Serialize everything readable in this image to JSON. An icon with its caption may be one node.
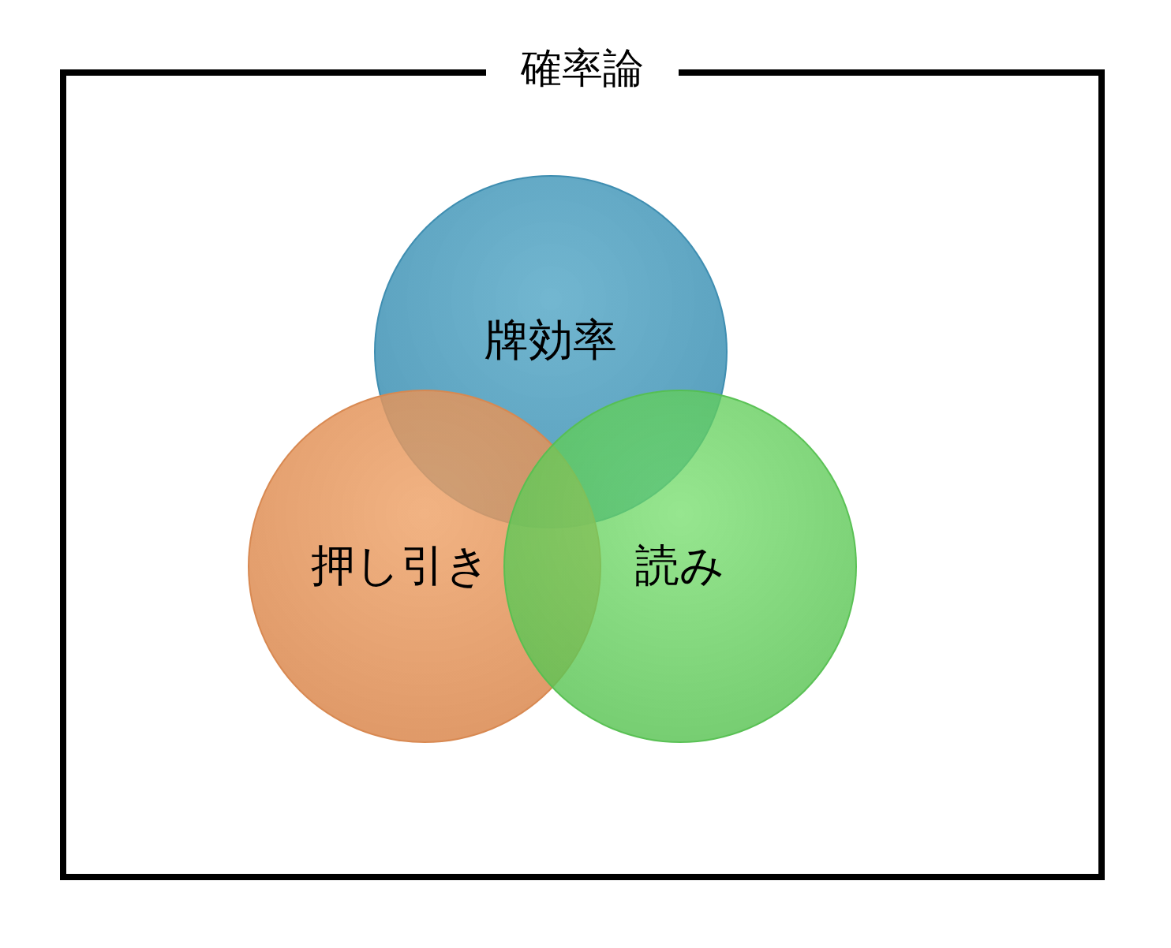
{
  "diagram": {
    "nodes": [
      {
        "text": [
          "確率論"
        ]
      },
      {
        "text": [
          "牌効率"
        ],
        "in": 0
      },
      {
        "text": [
          "押し引き"
        ],
        "in": 0
      },
      {
        "text": [
          "読み"
        ],
        "in": 0
      }
    ]
  }
}
